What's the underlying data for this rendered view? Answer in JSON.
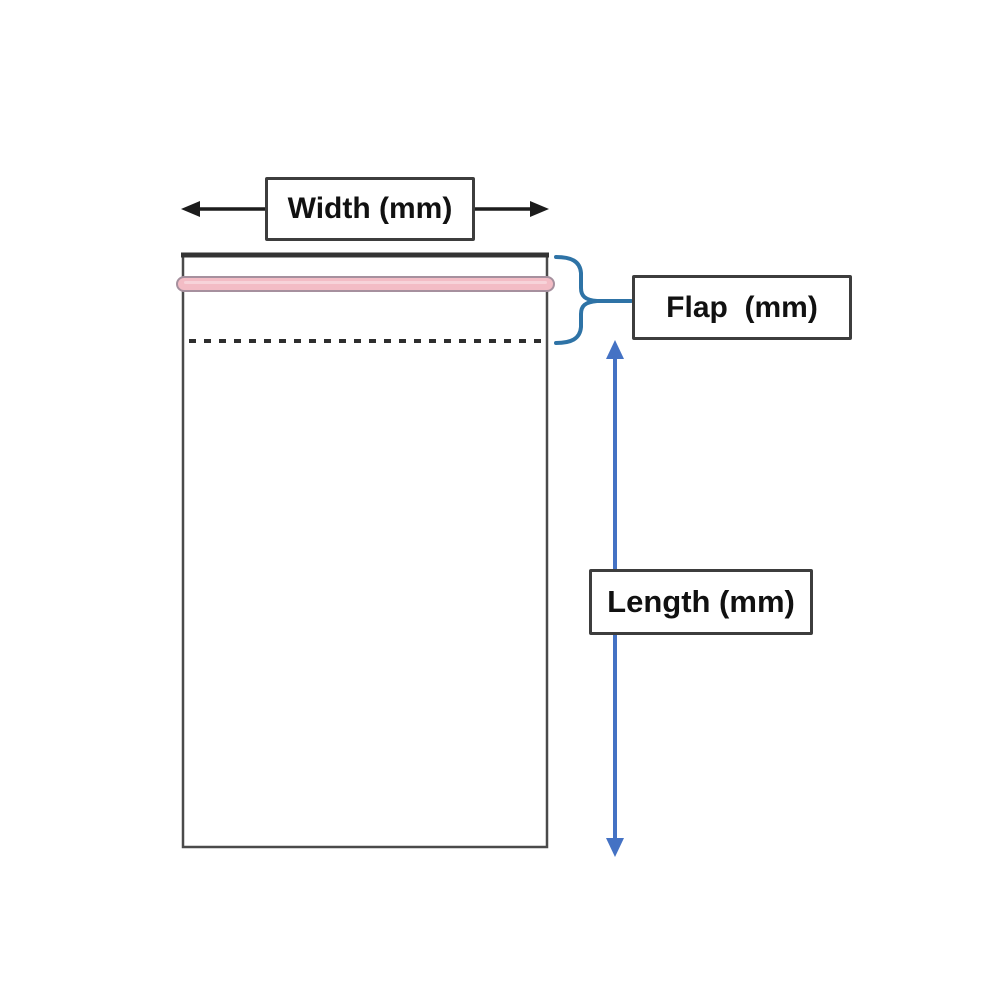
{
  "page": {
    "background": "#ffffff"
  },
  "diagram": {
    "type": "bag-dimension-diagram",
    "description": "Outline of a self-seal bag with adhesive strip, fold line, and three dimension callouts",
    "labels": {
      "width": "Width (mm)",
      "flap": "Flap  (mm)",
      "length": "Length (mm)"
    },
    "colors": {
      "page-bg": "#ffffff",
      "bag-border": "#4a4a4a",
      "bag-top-edge": "#333333",
      "strip-pink": "#f3bcc5",
      "strip-border": "#a6909e",
      "dotted-line": "#2e2e2e",
      "width-arrow": "#1c1c1c",
      "brace-blue": "#2e73a6",
      "length-arrow-blue": "#4472c4",
      "box-border": "#3d3d3d",
      "label-text": "#111111"
    }
  }
}
